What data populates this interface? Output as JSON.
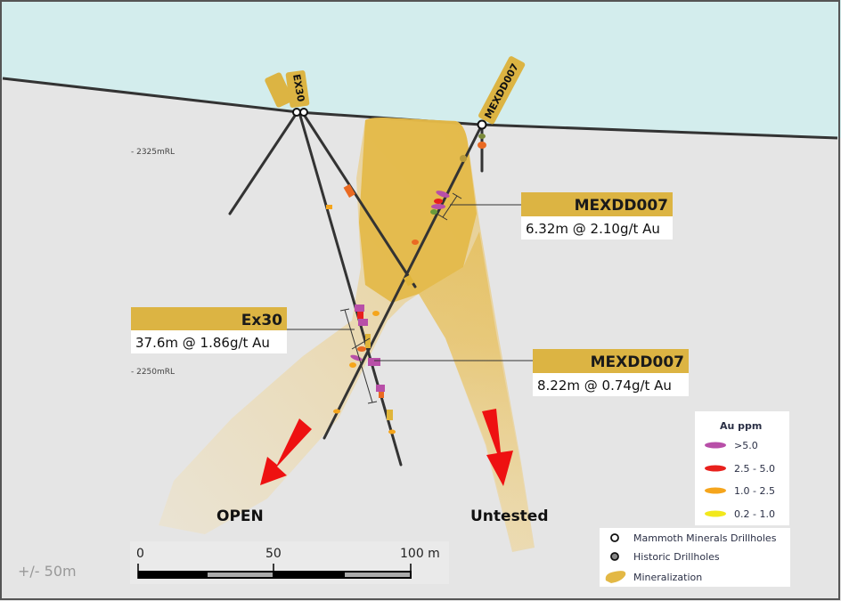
{
  "drillholes": {
    "ex30_collar_label": "EX30",
    "mexdd007_collar_label": "MEXDD007"
  },
  "rl_labels": {
    "upper": "- 2325mRL",
    "lower": "- 2250mRL"
  },
  "intercepts": [
    {
      "hole": "MEXDD007",
      "result": "6.32m @ 2.10g/t Au"
    },
    {
      "hole": "Ex30",
      "result": "37.6m @ 1.86g/t Au"
    },
    {
      "hole": "MEXDD007",
      "result": "8.22m @ 0.74g/t Au"
    }
  ],
  "annotations": {
    "open": "OPEN",
    "untested": "Untested",
    "tolerance": "+/- 50m"
  },
  "scale_bar": {
    "tick_0": "0",
    "tick_50": "50",
    "tick_100": "100 m"
  },
  "legend": {
    "title": "Au ppm",
    "grades": [
      {
        "label": ">5.0",
        "color": "#b84fa8"
      },
      {
        "label": "2.5 - 5.0",
        "color": "#e8201c"
      },
      {
        "label": "1.0 - 2.5",
        "color": "#f5a51c"
      },
      {
        "label": "0.2 - 1.0",
        "color": "#f2e81c"
      }
    ],
    "symbols": [
      {
        "label": "Mammoth Minerals Drillholes"
      },
      {
        "label": "Historic Drillholes"
      },
      {
        "label": "Mineralization"
      }
    ]
  },
  "colors": {
    "sky": "#d3eded",
    "ground": "#e5e5e5",
    "mineralization": "#e3b845",
    "label_gold": "#dcb443",
    "arrow": "#ee1111"
  }
}
